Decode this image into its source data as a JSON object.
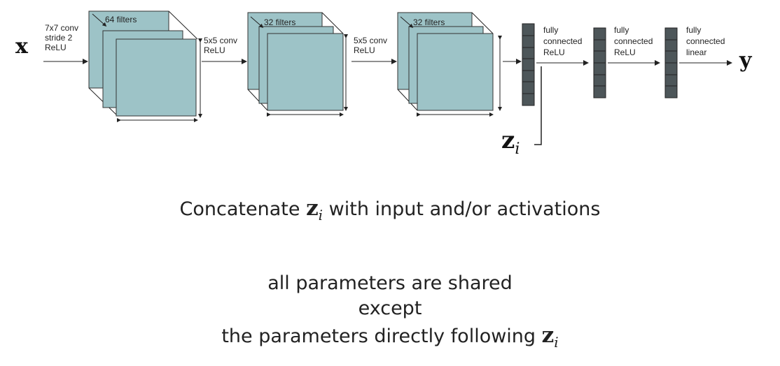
{
  "diagram": {
    "input_symbol": "x",
    "output_symbol": "y",
    "latent_symbol": "z",
    "latent_subscript": "i",
    "conv_layers": [
      {
        "label_lines": [
          "7x7 conv",
          "stride 2",
          "ReLU"
        ],
        "filters": "64 filters"
      },
      {
        "label_lines": [
          "5x5 conv",
          "ReLU"
        ],
        "filters": "32 filters"
      },
      {
        "label_lines": [
          "5x5 conv",
          "ReLU"
        ],
        "filters": "32 filters"
      }
    ],
    "fc_layers": [
      {
        "label_lines": [
          "fully",
          "connected",
          "ReLU"
        ]
      },
      {
        "label_lines": [
          "fully",
          "connected",
          "ReLU"
        ]
      },
      {
        "label_lines": [
          "fully",
          "connected",
          "linear"
        ]
      }
    ]
  },
  "caption": {
    "line1_before": "Concatenate",
    "line1_after": "with input and/or activations",
    "line2": "all parameters are shared",
    "line3": "except",
    "line4_before": "the parameters directly following"
  },
  "colors": {
    "filter_fill": "#9dc3c7",
    "fc_cell": "#4d5659",
    "line": "#222222"
  }
}
